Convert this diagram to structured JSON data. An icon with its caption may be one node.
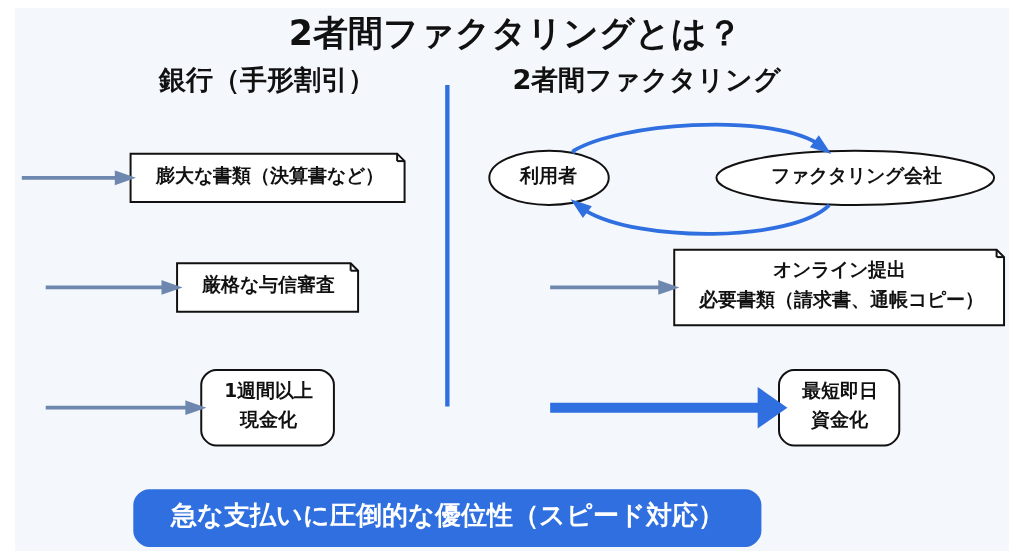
{
  "diagram": {
    "title": "2者間ファクタリングとは？",
    "nodes": [
      {
        "text": [
          "膨大な書類（決算書など）"
        ]
      },
      {
        "text": [
          "厳格な与信審査"
        ]
      },
      {
        "text": [
          "1週間以上",
          "現金化"
        ]
      },
      {
        "text": [
          "利用者"
        ]
      },
      {
        "text": [
          "ファクタリング会社"
        ]
      },
      {
        "text": [
          "オンライン提出",
          "必要書類（請求書、通帳コピー）"
        ]
      },
      {
        "text": [
          "最短即日",
          "資金化"
        ]
      },
      {
        "text": [
          "急な支払いに圧倒的な優位性（スピード対応）"
        ]
      }
    ],
    "edges": [
      {
        "from": null,
        "to": 0,
        "arrow": "to"
      },
      {
        "from": null,
        "to": 1,
        "arrow": "to"
      },
      {
        "from": null,
        "to": 2,
        "arrow": "to"
      },
      {
        "from": 3,
        "to": 4,
        "arrow": "to",
        "color": "#2f6fe0"
      },
      {
        "from": 4,
        "to": 3,
        "arrow": "to",
        "color": "#2f6fe0"
      },
      {
        "from": null,
        "to": 5,
        "arrow": "to"
      },
      {
        "from": null,
        "to": 6,
        "arrow": "to",
        "style": "thick",
        "color": "#2f6fe0"
      }
    ],
    "labels": [
      "銀行（手形割引）",
      "2者間ファクタリング"
    ]
  }
}
